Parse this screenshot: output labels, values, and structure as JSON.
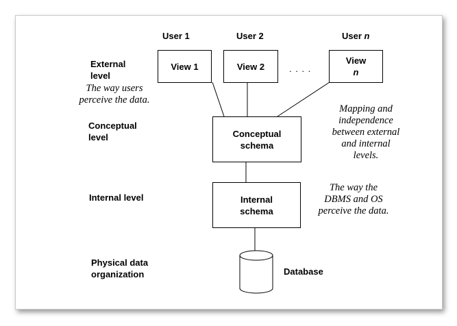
{
  "users": {
    "user1": "User 1",
    "user2": "User 2",
    "usern_prefix": "User ",
    "usern_var": "n"
  },
  "views": {
    "view1": "View 1",
    "view2": "View 2",
    "viewn_prefix": "View ",
    "viewn_var": "n",
    "dots": ". . . ."
  },
  "levels": {
    "external_line1": "External",
    "external_line2": "level",
    "conceptual_line1": "Conceptual",
    "conceptual_line2": "level",
    "internal": "Internal level",
    "physical_line1": "Physical data",
    "physical_line2": "organization"
  },
  "notes": {
    "users_perceive_line1": "The way users",
    "users_perceive_line2": "perceive the data.",
    "mapping_line1": "Mapping and",
    "mapping_line2": "independence",
    "mapping_line3": "between external",
    "mapping_line4": "and internal",
    "mapping_line5": "levels.",
    "dbms_line1": "The way the",
    "dbms_line2": "DBMS and OS",
    "dbms_line3": "perceive the data."
  },
  "schemas": {
    "conceptual_line1": "Conceptual",
    "conceptual_line2": "schema",
    "internal_line1": "Internal",
    "internal_line2": "schema"
  },
  "database": {
    "label": "Database"
  }
}
